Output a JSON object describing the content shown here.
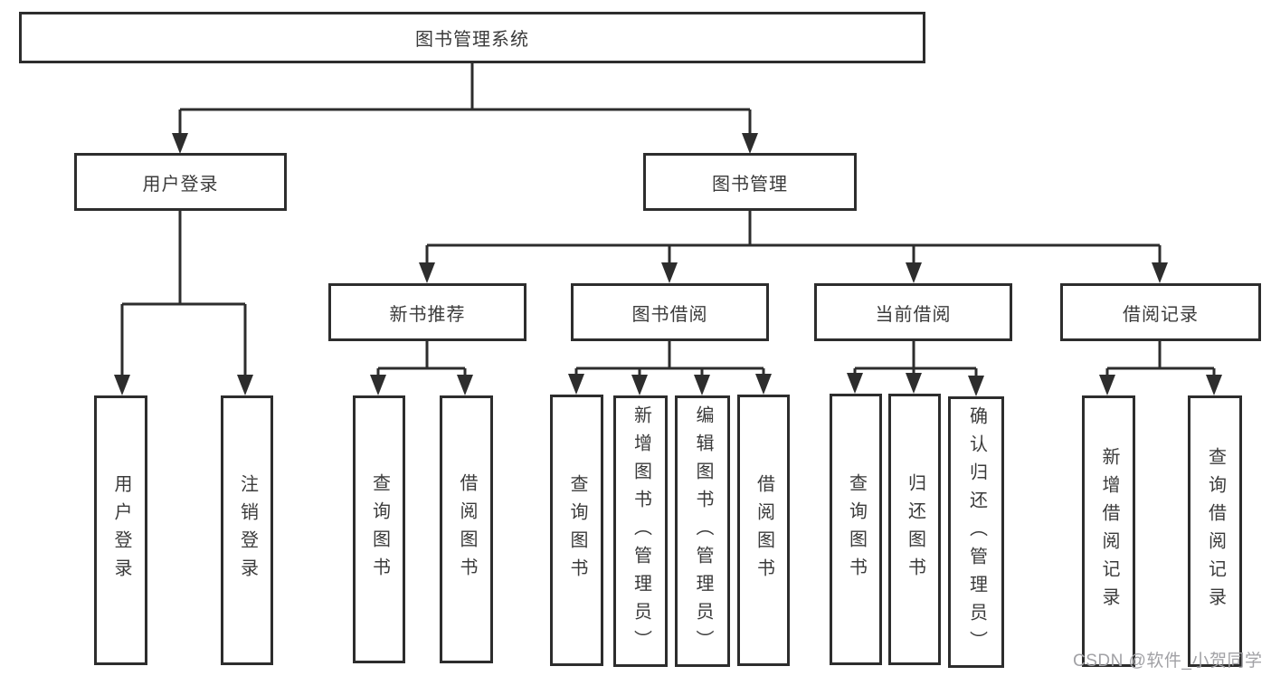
{
  "diagram": {
    "root": "图书管理系统",
    "level2": {
      "user_login": "用户登录",
      "book_management": "图书管理"
    },
    "level3": {
      "new_book_recommend": "新书推荐",
      "book_borrowing": "图书借阅",
      "current_borrowing": "当前借阅",
      "borrow_records": "借阅记录"
    },
    "leaves": {
      "user_login": "用户登录",
      "logout": "注销登录",
      "rec_query_books": "查询图书",
      "rec_borrow_books": "借阅图书",
      "bb_query_books": "查询图书",
      "bb_add_books": "新增图书（管理员）",
      "bb_edit_books": "编辑图书（管理员）",
      "bb_borrow_books": "借阅图书",
      "cb_query_books": "查询图书",
      "cb_return_books": "归还图书",
      "cb_confirm_return": "确认归还（管理员）",
      "br_add_record": "新增借阅记录",
      "br_query_record": "查询借阅记录"
    }
  },
  "watermark": {
    "text": "CSDN @软件_小贺同学",
    "color": "#a1a1a5"
  },
  "colors": {
    "line": "#2d2d2d",
    "text": "#3b3b3b",
    "background": "#ffffff"
  }
}
